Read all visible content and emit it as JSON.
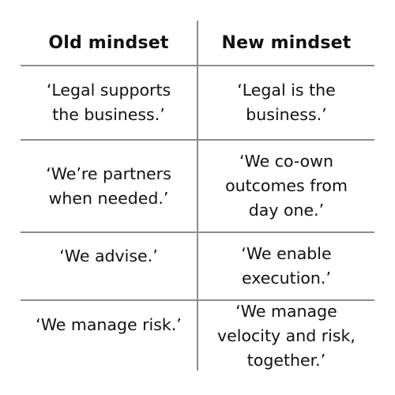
{
  "table": {
    "headers": [
      "Old mindset",
      "New mindset"
    ],
    "rows": [
      {
        "old": "‘Legal supports the business.’",
        "new": "‘Legal is the business.’"
      },
      {
        "old": "‘We’re partners when needed.’",
        "new": "‘We co-own outcomes from day one.’"
      },
      {
        "old": "‘We advise.’",
        "new": "‘We enable execution.’"
      },
      {
        "old": "‘We manage risk.’",
        "new": "‘We manage velocity and risk, together.’"
      }
    ]
  }
}
